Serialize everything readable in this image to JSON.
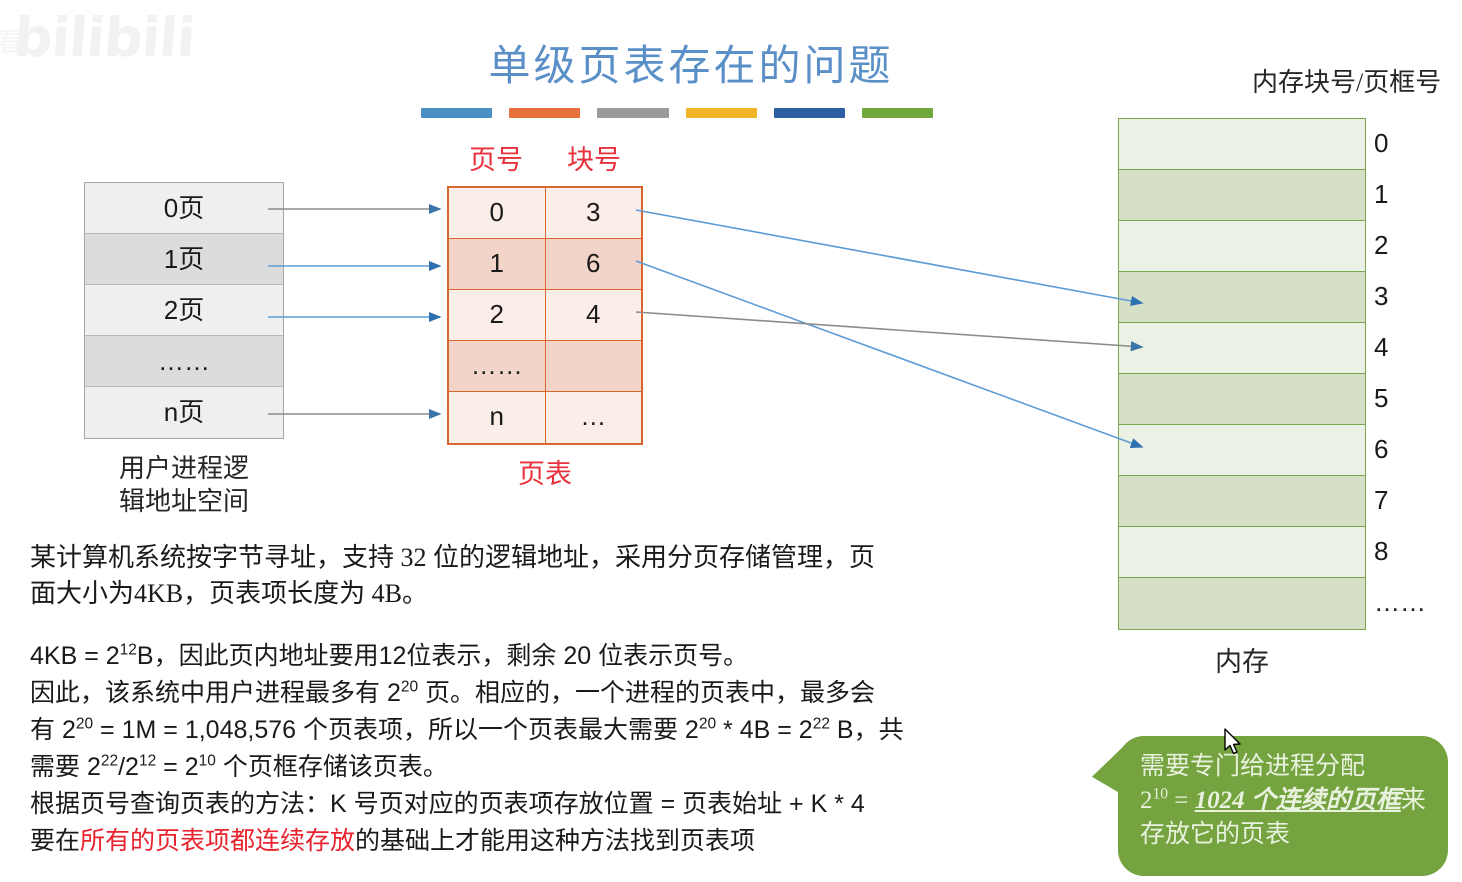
{
  "watermark": {
    "brand": "bilibili",
    "edge_glyph": "看"
  },
  "title": {
    "text": "单级页表存在的问题",
    "color": "#5B8FC7"
  },
  "accent_dashes": [
    {
      "name": "dash-blue",
      "color": "#4A90C4"
    },
    {
      "name": "dash-orange",
      "color": "#E8703A"
    },
    {
      "name": "dash-gray",
      "color": "#9B9B9B"
    },
    {
      "name": "dash-yellow",
      "color": "#F0B429"
    },
    {
      "name": "dash-darkblue",
      "color": "#2E5FA3"
    },
    {
      "name": "dash-green",
      "color": "#70A83C"
    }
  ],
  "process_table": {
    "caption_line1": "用户进程逻",
    "caption_line2": "辑地址空间",
    "rows": [
      {
        "label": "0页",
        "shade": "light"
      },
      {
        "label": "1页",
        "shade": "dark"
      },
      {
        "label": "2页",
        "shade": "light"
      },
      {
        "label": "……",
        "shade": "dark"
      },
      {
        "label": "n页",
        "shade": "light"
      }
    ]
  },
  "page_table": {
    "caption": "页表",
    "caption_color": "#E8313C",
    "headers": [
      "页号",
      "块号"
    ],
    "rows": [
      {
        "page": "0",
        "block": "3",
        "shade": "light"
      },
      {
        "page": "1",
        "block": "6",
        "shade": "dark"
      },
      {
        "page": "2",
        "block": "4",
        "shade": "light"
      },
      {
        "page": "……",
        "block": "",
        "shade": "dark"
      },
      {
        "page": "n",
        "block": "…",
        "shade": "light"
      }
    ]
  },
  "memory": {
    "header": "内存块号/页框号",
    "caption": "内存",
    "block_labels": [
      "0",
      "1",
      "2",
      "3",
      "4",
      "5",
      "6",
      "7",
      "8",
      "……"
    ],
    "block_shades": [
      "light",
      "dark",
      "light",
      "dark",
      "light",
      "dark",
      "light",
      "dark",
      "light",
      "dark"
    ],
    "border_color": "#7DA44E"
  },
  "mapping_arrows": {
    "process_to_pagetable": [
      {
        "from_row": "0页",
        "to_row": "0",
        "color": "#8C8C8C"
      },
      {
        "from_row": "1页",
        "to_row": "1",
        "color": "#5B9BD5"
      },
      {
        "from_row": "2页",
        "to_row": "2",
        "color": "#5B9BD5"
      },
      {
        "from_row": "n页",
        "to_row": "n",
        "color": "#8C8C8C"
      }
    ],
    "pagetable_to_memory": [
      {
        "block_value": "3",
        "to_frame": "3",
        "color": "#5B9BD5"
      },
      {
        "block_value": "6",
        "to_frame": "6",
        "color": "#5B9BD5"
      },
      {
        "block_value": "4",
        "to_frame": "4",
        "color": "#8C8C8C"
      }
    ]
  },
  "body": {
    "para1_line1": "某计算机系统按字节寻址，支持 32 位的逻辑地址，采用分页存储管理，页",
    "para1_line2": "面大小为4KB，页表项长度为 4B。",
    "line_4kb_a": "4KB = 2",
    "line_4kb_sup": "12",
    "line_4kb_b": "B，因此页内地址要用12位表示，剩余 20 位表示页号。",
    "line_pages_a": "因此，该系统中用户进程最多有 2",
    "line_pages_sup": "20",
    "line_pages_b": " 页。相应的，一个进程的页表中，最多会",
    "line_entries_a": "有 2",
    "line_entries_sup1": "20",
    "line_entries_b": " = 1M = 1,048,576 个页表项，所以一个页表最大需要  2",
    "line_entries_sup2": "20",
    "line_entries_c": " * 4B = 2",
    "line_entries_sup3": "22",
    "line_entries_d": " B，共",
    "line_frames_a": "需要 2",
    "line_frames_sup1": "22",
    "line_frames_b": "/2",
    "line_frames_sup2": "12",
    "line_frames_c": " = 2",
    "line_frames_sup3": "10",
    "line_frames_d": " 个页框存储该页表。",
    "line_lookup": "根据页号查询页表的方法：K 号页对应的页表项存放位置 = 页表始址 + K * 4",
    "line_last_a": "要在",
    "line_last_red": "所有的页表项都连续存放",
    "line_last_b": "的基础上才能用这种方法找到页表项",
    "red_color": "#E8232E"
  },
  "callout": {
    "line1": "需要专门给进程分配",
    "line2_a": "2",
    "line2_sup": "10",
    "line2_b": " = ",
    "line2_emph": "1024 个连续的页框",
    "line2_c": "来存放它的页表",
    "bg_color": "#74A33F",
    "text_color": "#E9F2DE"
  }
}
